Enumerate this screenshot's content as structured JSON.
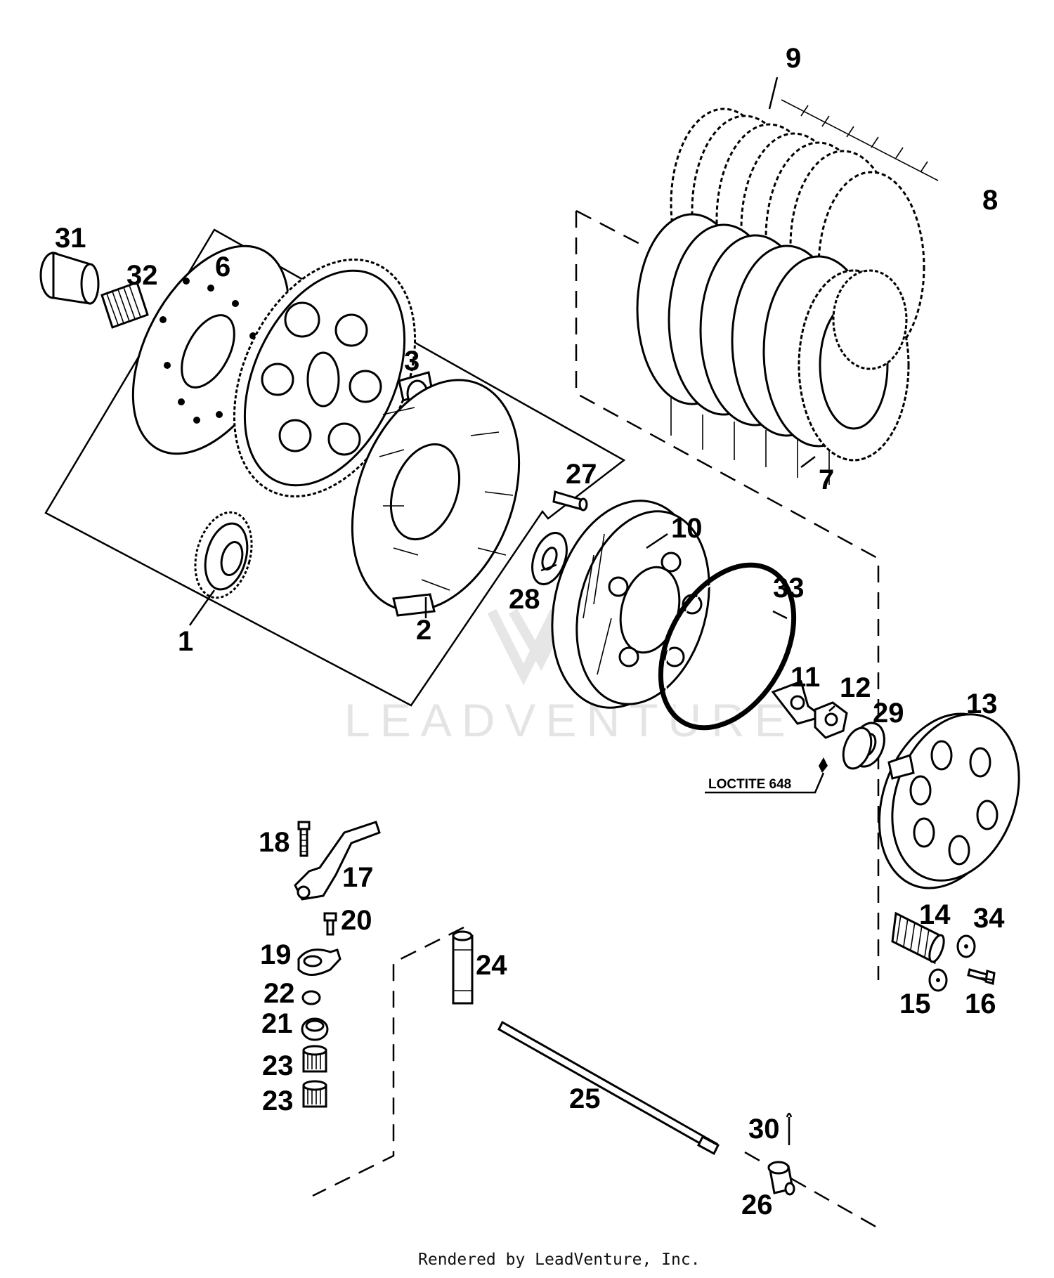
{
  "callouts": {
    "p1": "1",
    "p2": "2",
    "p3": "3",
    "p6": "6",
    "p7": "7",
    "p8": "8",
    "p9": "9",
    "p10": "10",
    "p11": "11",
    "p12": "12",
    "p13": "13",
    "p14": "14",
    "p15": "15",
    "p16": "16",
    "p17": "17",
    "p18": "18",
    "p19": "19",
    "p20": "20",
    "p21": "21",
    "p22": "22",
    "p23a": "23",
    "p23b": "23",
    "p24": "24",
    "p25": "25",
    "p26": "26",
    "p27": "27",
    "p28": "28",
    "p29": "29",
    "p30": "30",
    "p31": "31",
    "p32": "32",
    "p33": "33",
    "p34": "34"
  },
  "note": "LOCTITE 648",
  "watermark": "LEADVENTURE",
  "footer": "Rendered by LeadVenture, Inc."
}
